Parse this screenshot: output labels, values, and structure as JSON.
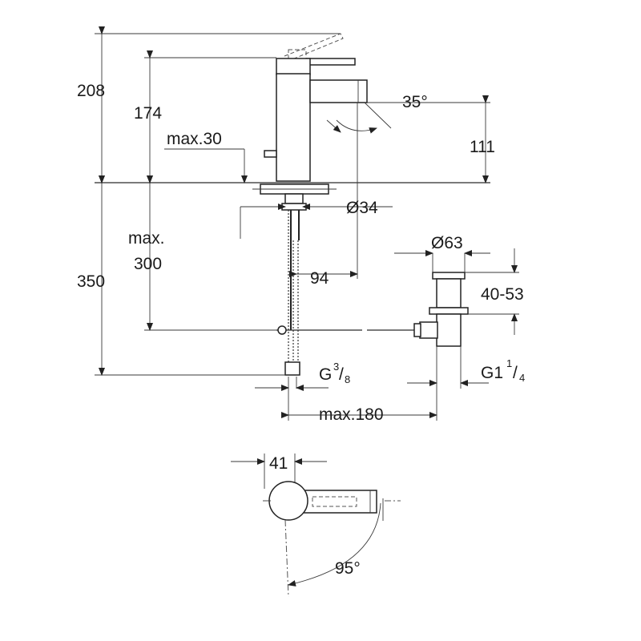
{
  "dimensions": {
    "d208": "208",
    "d174": "174",
    "d35deg": "35°",
    "max30": "max.30",
    "d111": "111",
    "d34": "Ø34",
    "max300_a": "max.",
    "max300_b": "300",
    "d350": "350",
    "d94": "94",
    "d63": "Ø63",
    "d40_53": "40-53",
    "g38_base": "G",
    "g38_num": "3",
    "g38_den": "8",
    "g114_base": "G1",
    "g114_num": "1",
    "g114_den": "4",
    "max180": "max.180",
    "d41": "41",
    "d95deg": "95°"
  }
}
